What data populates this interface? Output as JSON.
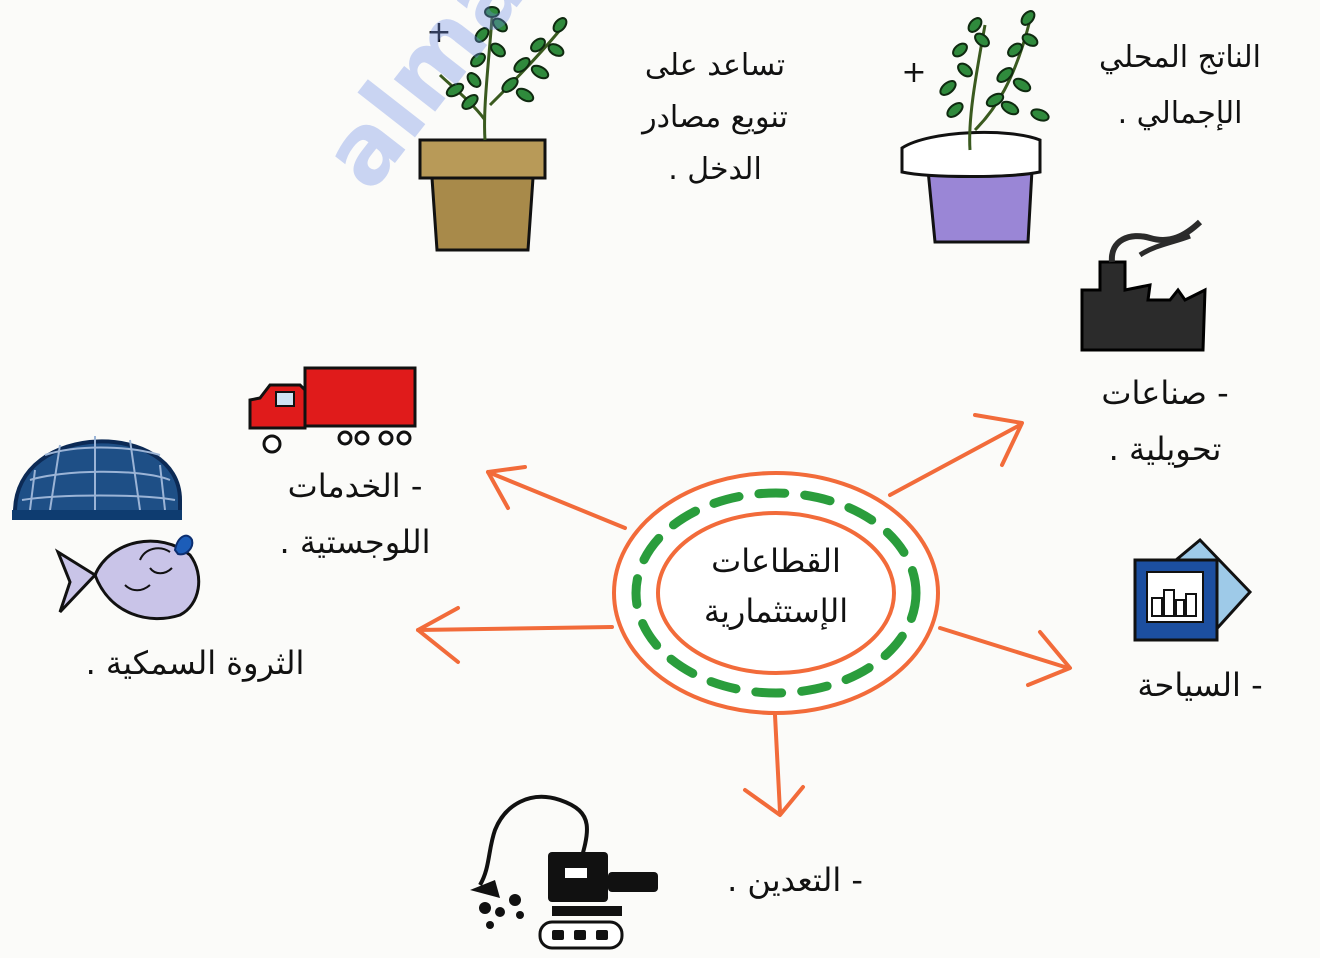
{
  "center": {
    "line1": "القطاعات",
    "line2": "الإستثمارية"
  },
  "benefits": {
    "gdp": {
      "line1": "الناتج المحلي",
      "line2": "الإجمالي .",
      "sign": "+"
    },
    "income": {
      "line1": "تساعد على",
      "line2": "تنويع مصادر",
      "line3": "الدخل .",
      "sign": "+"
    }
  },
  "sectors": {
    "industry": {
      "line1": "- صناعات",
      "line2": "تحويلية ."
    },
    "tourism": {
      "line1": "- السياحة"
    },
    "mining": {
      "line1": "- التعدين ."
    },
    "fish": {
      "line1": "الثروة السمكية ."
    },
    "logistics": {
      "line1": "- الخدمات",
      "line2": "اللوجستية ."
    }
  },
  "watermark": "almanahj.com",
  "colors": {
    "arrow": "#f26b3a",
    "dash": "#2a9d3c",
    "pot_tan": "#a88a4a",
    "pot_purple": "#9a86d6",
    "truck": "#e01b1b",
    "net": "#1e4f86",
    "fish": "#c9c4e8",
    "factory": "#2b2b2b",
    "tourism_blue": "#1c4fa0"
  }
}
